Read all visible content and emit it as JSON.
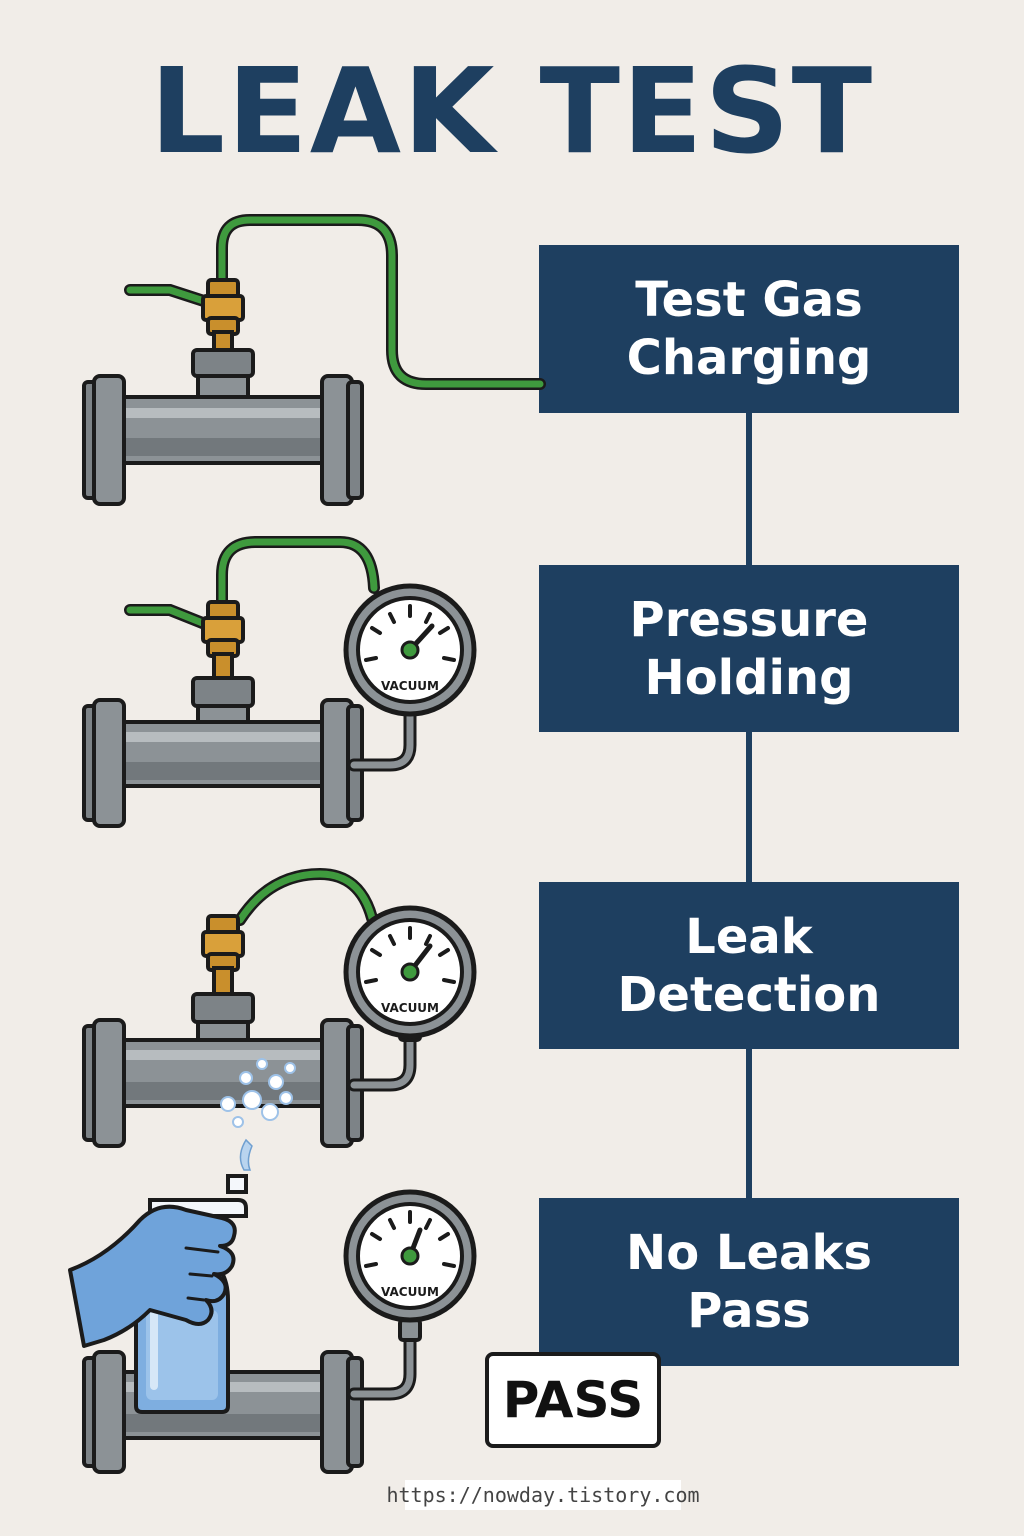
{
  "title": "LEAK TEST",
  "steps": [
    {
      "line1": "Test Gas",
      "line2": "Charging"
    },
    {
      "line1": "Pressure",
      "line2": "Holding"
    },
    {
      "line1": "Leak",
      "line2": "Detection"
    },
    {
      "line1": "No Leaks",
      "line2": "Pass"
    }
  ],
  "gauge_label": "VACUUM",
  "pass_badge": "PASS",
  "watermark": "https://nowday.tistory.com",
  "colors": {
    "background": "#f1ede8",
    "navy": "#1e3f60",
    "hose_green": "#3f9a3e",
    "pipe_gray": "#8c9296",
    "brass": "#c98f2c",
    "glove_blue": "#6fa3da"
  },
  "icons": [
    "pipe-icon",
    "valve-icon",
    "hose-icon",
    "pressure-gauge-icon",
    "bubbles-icon",
    "spray-bottle-icon",
    "gloved-hand-icon"
  ]
}
